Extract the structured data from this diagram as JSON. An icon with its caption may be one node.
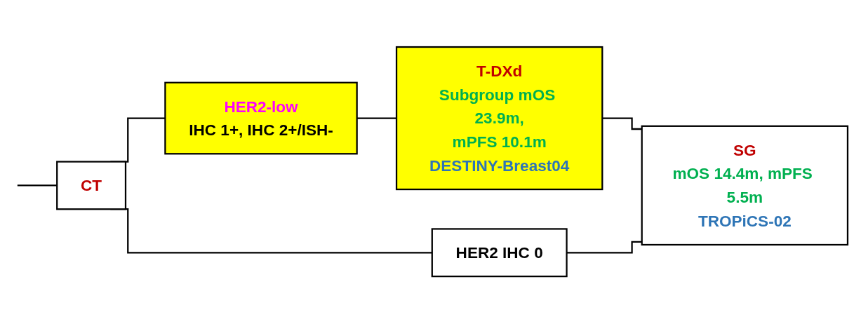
{
  "diagram": {
    "nodes": [
      {
        "text": [
          "CT"
        ]
      },
      {
        "text": [
          "HER2 IHC 0"
        ]
      },
      {
        "text": [
          "HER2-low",
          "IHC 1+, IHC 2+/ISH-"
        ]
      },
      {
        "text": [
          "T-DXd",
          "Subgroup mOS 23.9m,",
          "mPFS 10.1m",
          "DESTINY-Breast04"
        ]
      },
      {
        "text": [
          "SG",
          "mOS 14.4m, mPFS 5.5m",
          "TROPiCS-02"
        ]
      }
    ],
    "edges": [
      {
        "from": null,
        "to": 0,
        "arrow": "none"
      },
      {
        "from": 0,
        "to": 1,
        "arrow": "none"
      },
      {
        "from": 0,
        "to": 2,
        "arrow": "none"
      },
      {
        "from": 2,
        "to": 3,
        "arrow": "none"
      },
      {
        "from": 3,
        "to": 4,
        "arrow": "none"
      },
      {
        "from": 1,
        "to": 4,
        "arrow": "none"
      }
    ]
  }
}
